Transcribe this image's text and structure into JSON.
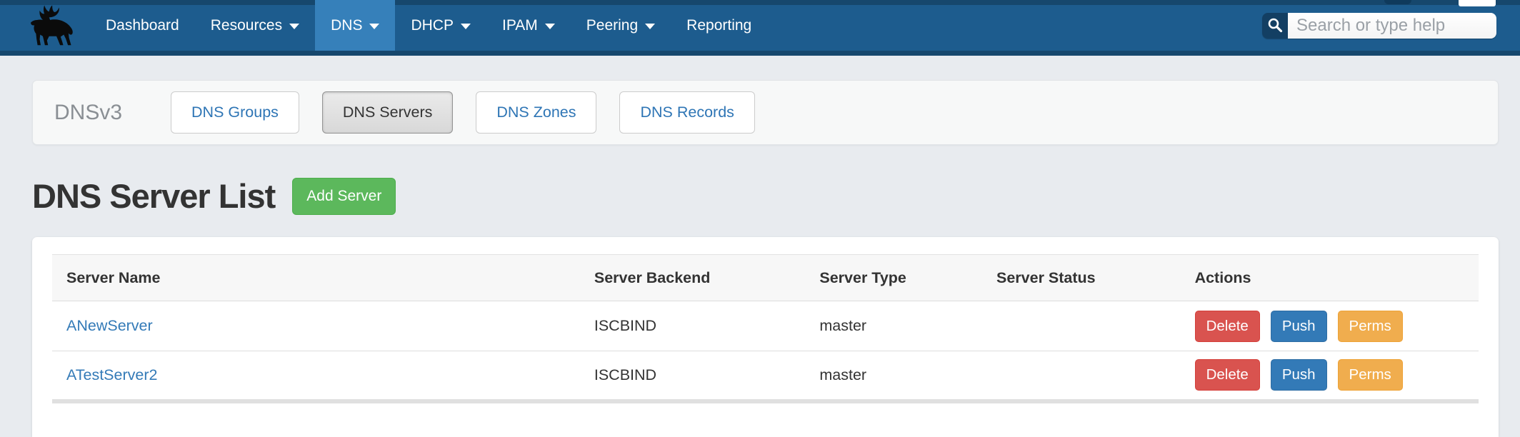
{
  "navbar": {
    "items": [
      {
        "label": "Dashboard",
        "caret": false,
        "active": false
      },
      {
        "label": "Resources",
        "caret": true,
        "active": false
      },
      {
        "label": "DNS",
        "caret": true,
        "active": true
      },
      {
        "label": "DHCP",
        "caret": true,
        "active": false
      },
      {
        "label": "IPAM",
        "caret": true,
        "active": false
      },
      {
        "label": "Peering",
        "caret": true,
        "active": false
      },
      {
        "label": "Reporting",
        "caret": false,
        "active": false
      }
    ],
    "search_placeholder": "Search or type help"
  },
  "subnav": {
    "label": "DNSv3",
    "buttons": [
      {
        "label": "DNS Groups",
        "active": false
      },
      {
        "label": "DNS Servers",
        "active": true
      },
      {
        "label": "DNS Zones",
        "active": false
      },
      {
        "label": "DNS Records",
        "active": false
      }
    ]
  },
  "page": {
    "title": "DNS Server List",
    "add_button_label": "Add Server"
  },
  "table": {
    "columns": [
      "Server Name",
      "Server Backend",
      "Server Type",
      "Server Status",
      "Actions"
    ],
    "rows": [
      {
        "name": "ANewServer",
        "backend": "ISCBIND",
        "type": "master",
        "status": "",
        "actions": [
          "Delete",
          "Push",
          "Perms"
        ]
      },
      {
        "name": "ATestServer2",
        "backend": "ISCBIND",
        "type": "master",
        "status": "",
        "actions": [
          "Delete",
          "Push",
          "Perms"
        ]
      }
    ]
  },
  "colors": {
    "navbar_bg": "#1d5c8e",
    "navbar_edge": "#16476d",
    "navbar_active_item": "#3680ba",
    "page_bg": "#e8ebef",
    "link": "#337ab7",
    "add_button": "#5cb85c",
    "delete_button": "#d9534f",
    "push_button": "#337ab7",
    "perms_button": "#f0ad4e"
  }
}
